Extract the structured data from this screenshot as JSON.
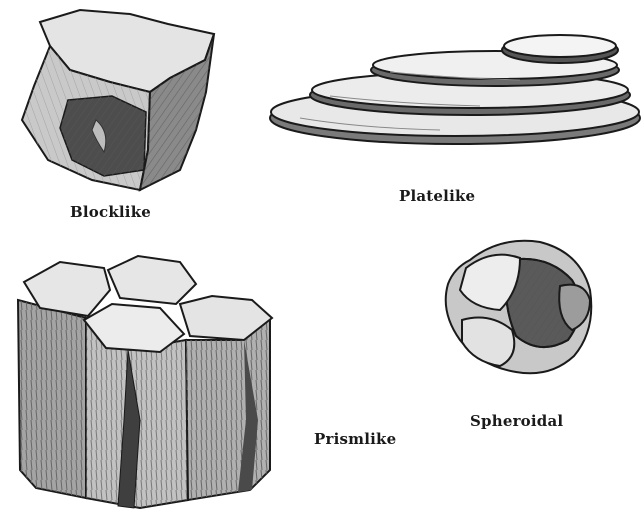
{
  "structures": [
    {
      "id": "blocklike",
      "label": "Blocklike"
    },
    {
      "id": "platelike",
      "label": "Platelike"
    },
    {
      "id": "prismlike",
      "label": "Prismlike"
    },
    {
      "id": "spheroidal",
      "label": "Spheroidal"
    }
  ],
  "colors": {
    "ink": "#1a1a1a",
    "shade_dark": "#555555",
    "shade_mid": "#9a9a9a",
    "shade_light": "#d6d6d6",
    "paper": "#ffffff"
  }
}
